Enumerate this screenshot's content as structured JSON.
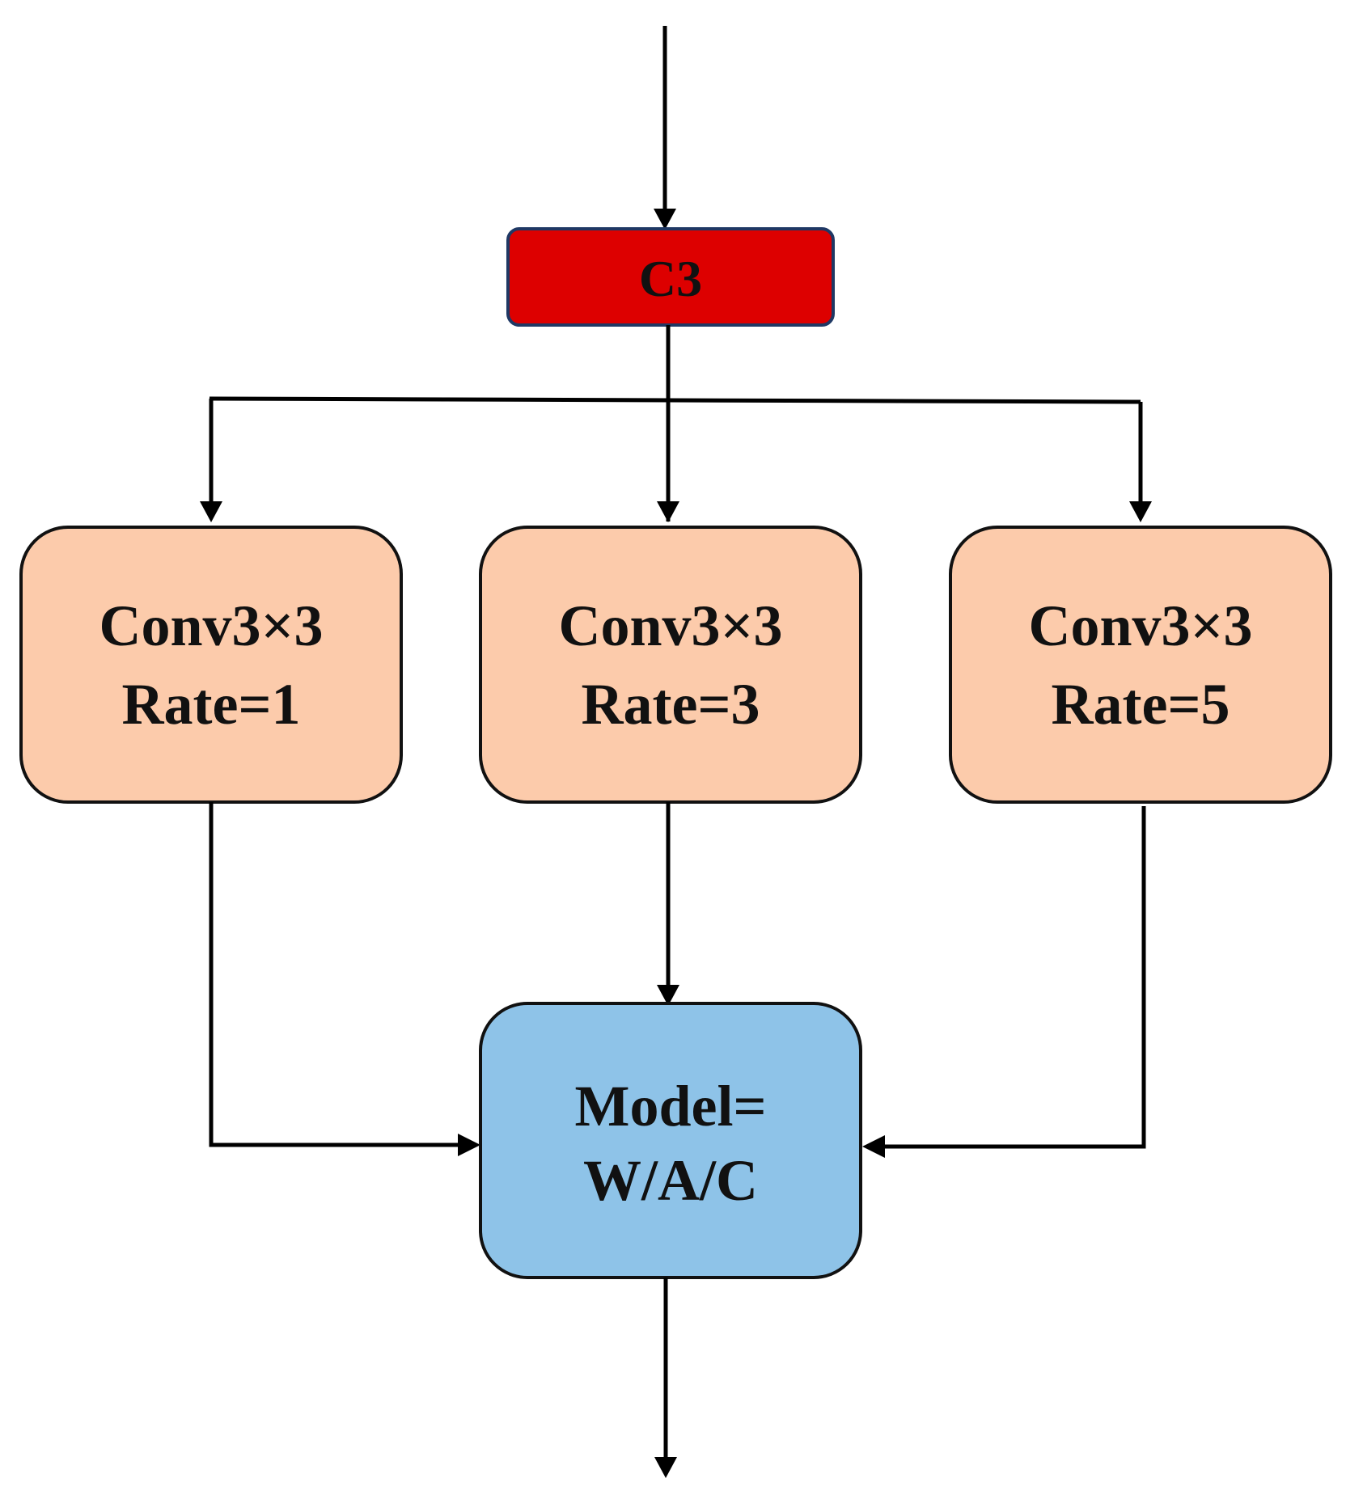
{
  "nodes": {
    "c3": {
      "label": "C3"
    },
    "conv_rate1": {
      "line1": "Conv3×3",
      "line2": "Rate=1"
    },
    "conv_rate3": {
      "line1": "Conv3×3",
      "line2": "Rate=3"
    },
    "conv_rate5": {
      "line1": "Conv3×3",
      "line2": "Rate=5"
    },
    "model": {
      "line1": "Model=",
      "line2": "W/A/C"
    }
  },
  "colors": {
    "c3_fill": "#dd0000",
    "c3_border": "#1f3864",
    "conv_fill": "#fccbab",
    "model_fill": "#8ec3e8",
    "border": "#111111",
    "line": "#000000"
  }
}
